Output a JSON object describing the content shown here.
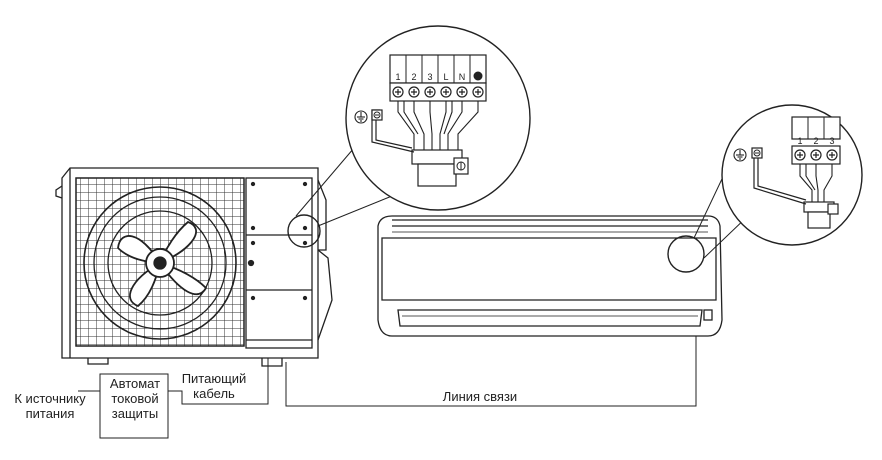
{
  "labels": {
    "power_source": [
      "К источнику",
      "питания"
    ],
    "breaker": [
      "Автомат",
      "токовой",
      "защиты"
    ],
    "power_cable": [
      "Питающий",
      "кабель"
    ],
    "communication_line": "Линия связи"
  },
  "terminals": {
    "outdoor": [
      "1",
      "2",
      "3",
      "L",
      "N"
    ],
    "indoor": [
      "1",
      "2",
      "3"
    ]
  },
  "colors": {
    "line": "#222222",
    "background": "#ffffff",
    "gray": "#9a9a9a"
  }
}
